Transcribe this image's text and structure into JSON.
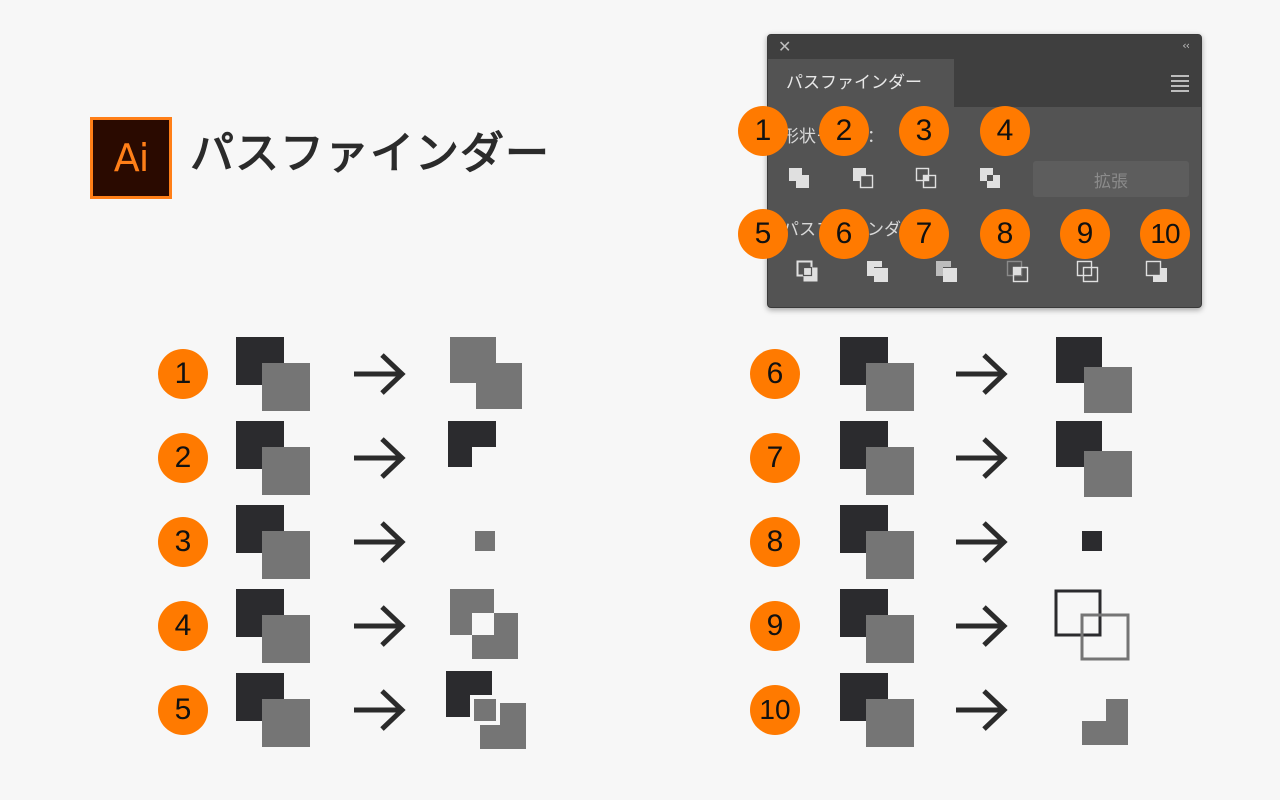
{
  "header": {
    "logo_text": "Ai",
    "title": "パスファインダー"
  },
  "panel": {
    "close_glyph": "✕",
    "collapse_glyph": "‹‹",
    "tab_label": "パスファインダー",
    "shape_modes_label": "形状モード：",
    "pathfinders_label": "パスファインダー：",
    "expand_button": "拡張",
    "shape_mode_buttons": [
      "unite-icon",
      "minus-front-icon",
      "intersect-icon",
      "exclude-icon"
    ],
    "pathfinder_buttons": [
      "divide-icon",
      "trim-icon",
      "merge-icon",
      "crop-icon",
      "outline-icon",
      "minus-back-icon"
    ],
    "badges": [
      "1",
      "2",
      "3",
      "4",
      "5",
      "6",
      "7",
      "8",
      "9",
      "10"
    ]
  },
  "examples": {
    "left": [
      {
        "num": "1",
        "result": "unite"
      },
      {
        "num": "2",
        "result": "minus-front"
      },
      {
        "num": "3",
        "result": "intersect"
      },
      {
        "num": "4",
        "result": "exclude"
      },
      {
        "num": "5",
        "result": "divide"
      }
    ],
    "right": [
      {
        "num": "6",
        "result": "trim"
      },
      {
        "num": "7",
        "result": "merge"
      },
      {
        "num": "8",
        "result": "crop"
      },
      {
        "num": "9",
        "result": "outline"
      },
      {
        "num": "10",
        "result": "minus-back"
      }
    ],
    "arrow": "→"
  },
  "colors": {
    "accent": "#ff7a00",
    "dark_square": "#2b2b2e",
    "gray_square": "#757575",
    "panel_bg": "#535353"
  }
}
